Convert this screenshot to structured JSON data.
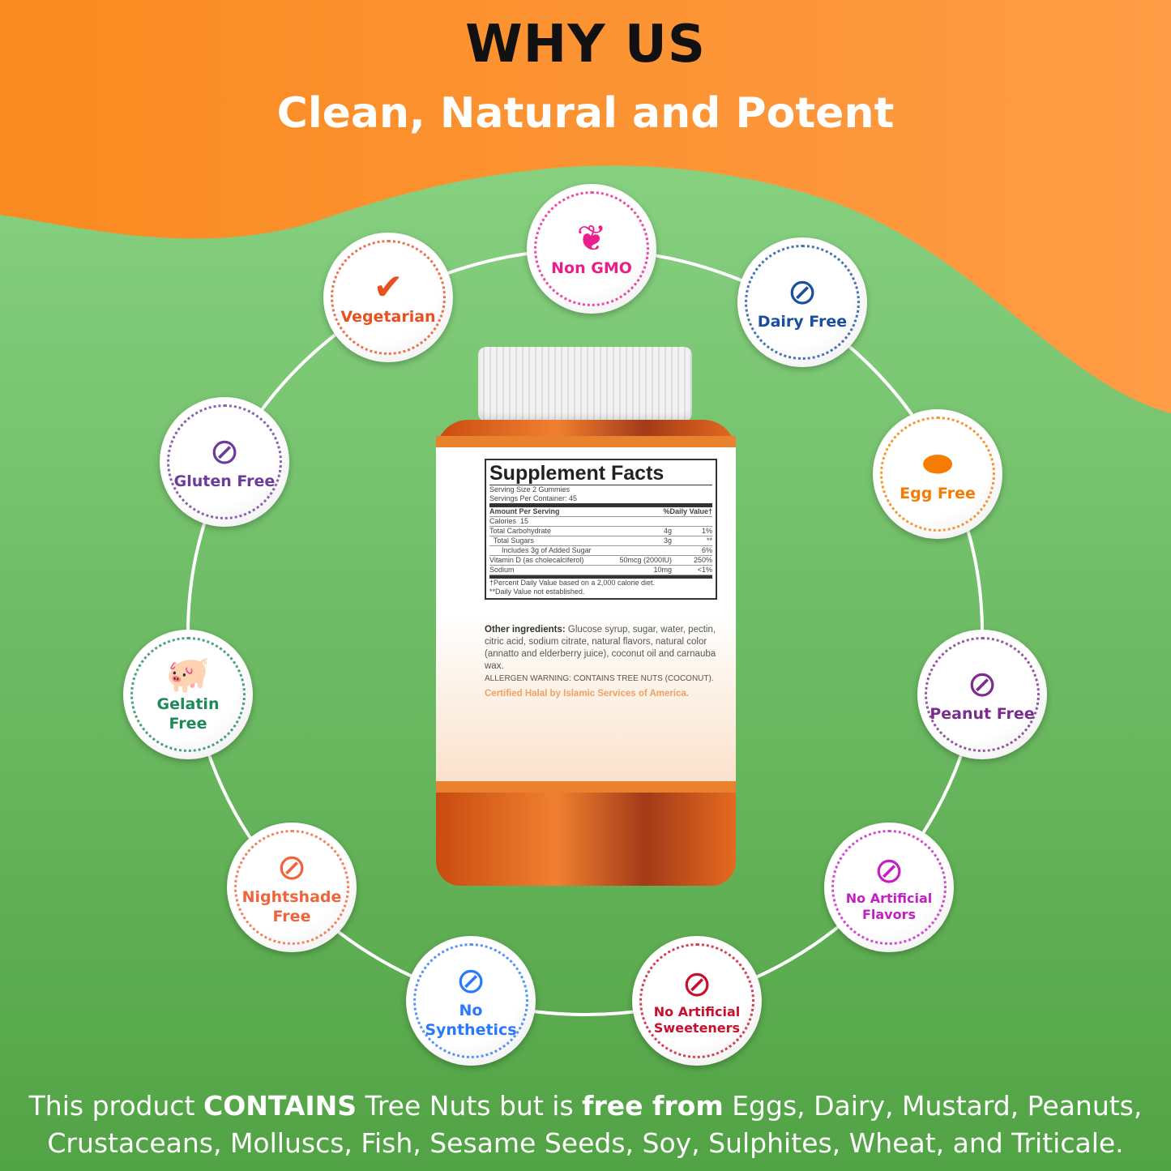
{
  "header": {
    "title": "WHY US",
    "subtitle": "Clean, Natural and Potent"
  },
  "badges": [
    {
      "label": "Non GMO",
      "icon": "leaf-icon",
      "color": "#e91e8c"
    },
    {
      "label": "Dairy Free",
      "icon": "milk-bottle-icon",
      "color": "#1a4fa0"
    },
    {
      "label": "Egg Free",
      "icon": "egg-icon",
      "color": "#f57c00"
    },
    {
      "label": "Peanut Free",
      "icon": "peanut-icon",
      "color": "#7b2d8e"
    },
    {
      "label": "No Artificial Flavors",
      "icon": "flavor-dropper-icon",
      "color": "#c41fc4"
    },
    {
      "label": "No Artificial Sweeteners",
      "icon": "sugar-cube-icon",
      "color": "#c8102e"
    },
    {
      "label": "No Synthetics",
      "icon": "dropper-icon",
      "color": "#2979ff"
    },
    {
      "label": "Nightshade Free",
      "icon": "nightshade-leaf-icon",
      "color": "#f0643c"
    },
    {
      "label": "Gelatin Free",
      "icon": "pig-icon",
      "color": "#1e8a5a"
    },
    {
      "label": "Gluten Free",
      "icon": "wheat-icon",
      "color": "#6a3d9a"
    },
    {
      "label": "Vegetarian",
      "icon": "vegetarian-v-icon",
      "color": "#e8501e"
    }
  ],
  "facts": {
    "title": "Supplement Facts",
    "serving_size": "Serving Size 2 Gummies",
    "servings": "Servings Per Container: 45",
    "amount_header": "Amount Per Serving",
    "dv_header": "%Daily Value†",
    "rows": [
      {
        "name": "Calories  15",
        "amt": "",
        "dv": ""
      },
      {
        "name": "Total Carbohydrate",
        "amt": "4g",
        "dv": "1%"
      },
      {
        "name": "  Total Sugars",
        "amt": "3g",
        "dv": "**"
      },
      {
        "name": "      Includes 3g of Added Sugar",
        "amt": "",
        "dv": "6%"
      },
      {
        "name": "Vitamin D (as cholecalciferol)",
        "amt": "50mcg (2000IU)",
        "dv": "250%"
      },
      {
        "name": "Sodium",
        "amt": "10mg",
        "dv": "<1%"
      }
    ],
    "note1": "†Percent Daily Value based on a 2,000 calorie diet.",
    "note2": "**Daily Value not established.",
    "other_label": "Other ingredients:",
    "other_text": " Glucose syrup, sugar, water, pectin, citric acid, sodium citrate, natural flavors, natural color (annatto and elderberry juice), coconut oil and carnauba wax.",
    "allergen": "ALLERGEN WARNING: CONTAINS TREE NUTS (COCONUT).",
    "halal": "Certified Halal by Islamic Services of America."
  },
  "footer": {
    "p1": "This product ",
    "b1": "CONTAINS",
    "p2": " Tree Nuts but is ",
    "b2": "free from",
    "p3": " Eggs, Dairy, Mustard, Peanuts, Crustaceans, Molluscs, Fish, Sesame Seeds, Soy, Sulphites, Wheat, and Triticale."
  }
}
